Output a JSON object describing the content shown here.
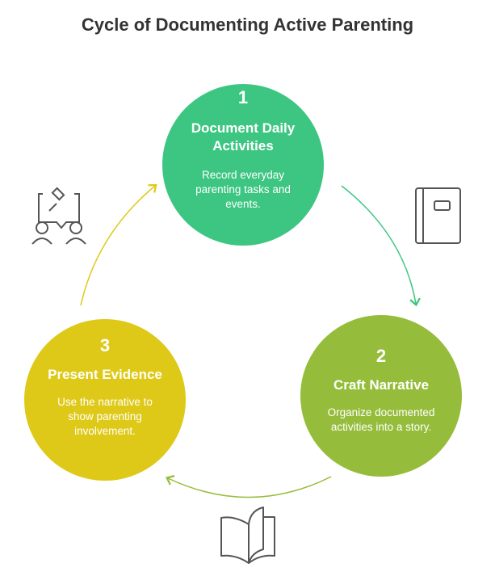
{
  "title": "Cycle of Documenting Active Parenting",
  "steps": [
    {
      "number": "1",
      "heading": "Document Daily Activities",
      "description": "Record everyday parenting tasks and events.",
      "color": "#3dc682",
      "icon": "notebook-icon"
    },
    {
      "number": "2",
      "heading": "Craft Narrative",
      "description": "Organize documented activities into a story.",
      "color": "#95bd3b",
      "icon": "open-book-icon"
    },
    {
      "number": "3",
      "heading": "Present Evidence",
      "description": "Use the narrative to show parenting involvement.",
      "color": "#dfc918",
      "icon": "court-discussion-icon"
    }
  ]
}
